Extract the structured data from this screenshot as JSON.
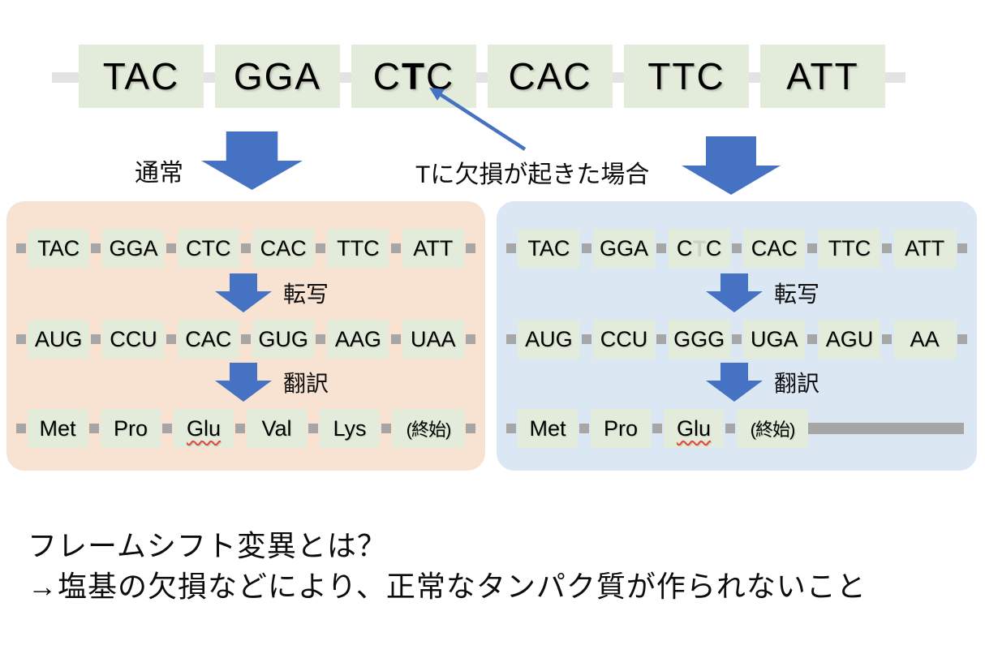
{
  "top_strand": {
    "codons": [
      "TAC",
      "GGA",
      {
        "pre": "C",
        "bold": "T",
        "post": "C"
      },
      "CAC",
      "TTC",
      "ATT"
    ]
  },
  "annotations": {
    "normal_label": "通常",
    "deletion_label": "Tに欠損が起きた場合"
  },
  "left_panel": {
    "dna": [
      "TAC",
      "GGA",
      "CTC",
      "CAC",
      "TTC",
      "ATT"
    ],
    "transcription_label": "転写",
    "mrna": [
      "AUG",
      "CCU",
      "CAC",
      "GUG",
      "AAG",
      "UAA"
    ],
    "translation_label": "翻訳",
    "protein": [
      "Met",
      "Pro",
      "Glu",
      "Val",
      "Lys",
      "(終始)"
    ]
  },
  "right_panel": {
    "dna": [
      "TAC",
      "GGA",
      {
        "pre": "C",
        "ghost": "T",
        "post": "C"
      },
      "CAC",
      "TTC",
      "ATT"
    ],
    "transcription_label": "転写",
    "mrna": [
      "AUG",
      "CCU",
      "GGG",
      "UGA",
      "AGU",
      "AA"
    ],
    "translation_label": "翻訳",
    "protein": [
      "Met",
      "Pro",
      "Glu",
      "(終始)"
    ]
  },
  "footer": {
    "line1": "フレームシフト変異とは？",
    "line2": "→塩基の欠損などにより、正常なタンパク質が作られないこと"
  },
  "colors": {
    "codon_box_green": "#e3ecda",
    "left_panel_bg": "#f8e3d2",
    "right_panel_bg": "#dbe7f3",
    "arrow_blue": "#4672c4",
    "connector_gray": "#a6a6a6",
    "top_strand_gray": "#e3e3e3",
    "ghost_letter_gray": "#cdd2cb",
    "spellcheck_red": "#e8453c"
  }
}
